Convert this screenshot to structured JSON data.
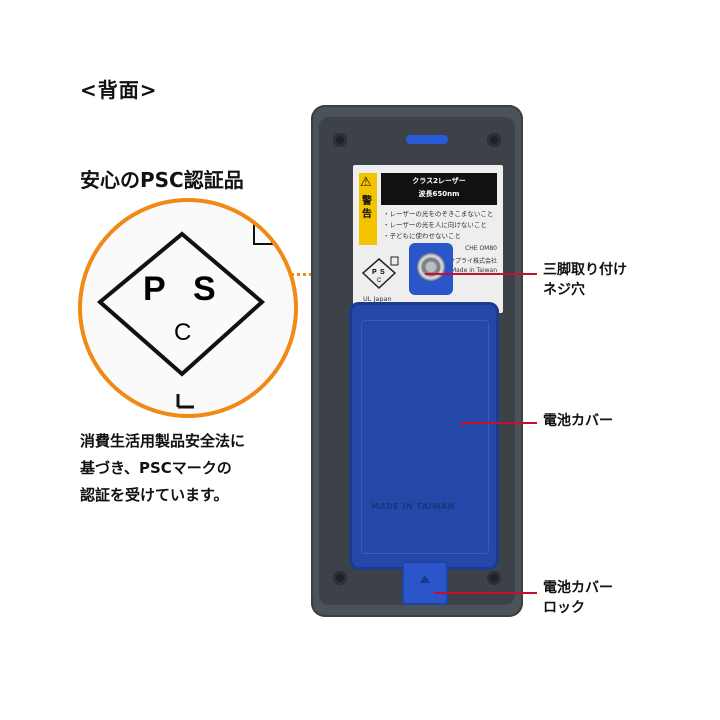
{
  "title": "<背面>",
  "psc_heading": "安心のPSC認証品",
  "magnifier": {
    "letters": [
      "P",
      "S",
      "C"
    ],
    "accent_color": "#ef8a17"
  },
  "description": [
    "消費生活用製品安全法に",
    "基づき、PSCマークの",
    "認証を受けています。"
  ],
  "device": {
    "body_color": "#4c525a",
    "accent_color": "#2a56c9",
    "label": {
      "warning_text": "警告",
      "laser_class": "クラス2レーザー",
      "wavelength": "波長650nm",
      "warnings": [
        "・レーザーの光をのぞきこまないこと",
        "・レーザーの光を人に向けないこと",
        "・子どもに使わせないこと"
      ],
      "model": "CHE OM80",
      "maker": "サンワサプライ株式会社",
      "made_in_label": "Made in Taiwan",
      "ul": "UL Japan"
    },
    "cover_engraving": "MADE IN TAIWAN"
  },
  "callouts": {
    "tripod": [
      "三脚取り付け",
      "ネジ穴"
    ],
    "battery_cover": "電池カバー",
    "battery_lock": [
      "電池カバー",
      "ロック"
    ],
    "line_color": "#c8102e"
  }
}
